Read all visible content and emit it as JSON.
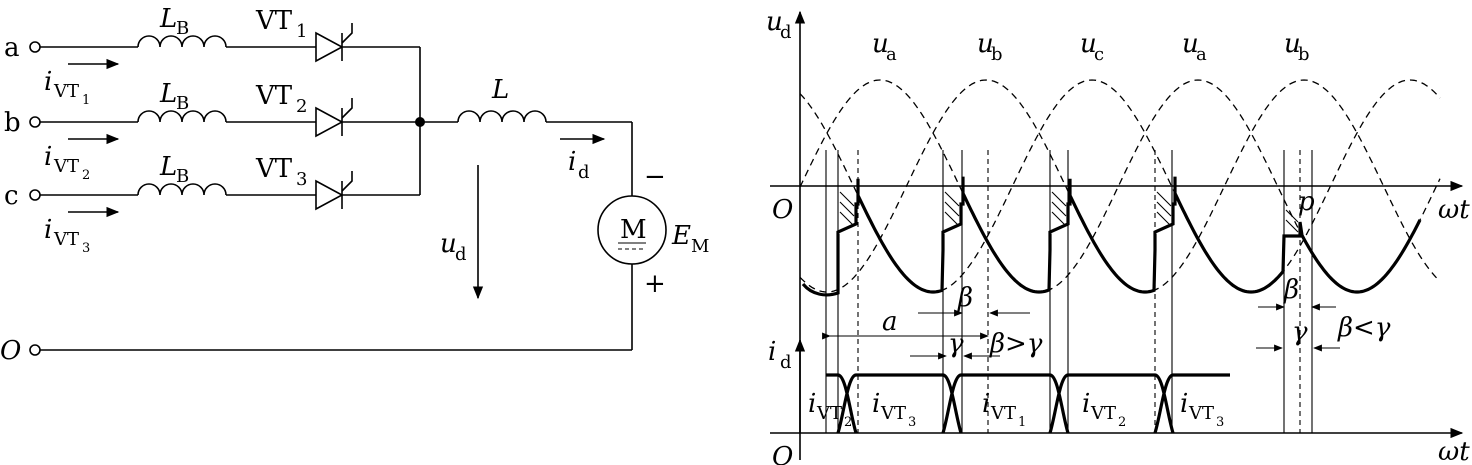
{
  "circuit": {
    "terminals": {
      "a": "a",
      "b": "b",
      "c": "c",
      "o": "O"
    },
    "inductor_label": "L",
    "inductor_sub": "B",
    "thyristor_label": "VT",
    "thyristor_subs": [
      "1",
      "2",
      "3"
    ],
    "current_label": "i",
    "current_sub": "VT",
    "load_inductor": "L",
    "ud_label": "u",
    "ud_sub": "d",
    "id_label": "i",
    "id_sub": "d",
    "motor_letter": "M",
    "emf_label": "E",
    "emf_sub": "M",
    "minus": "−",
    "plus": "+"
  },
  "waveform": {
    "ud_axis": "u",
    "ud_axis_sub": "d",
    "origin": "O",
    "wt": "ωt",
    "phases": [
      {
        "label": "u",
        "sub": "a"
      },
      {
        "label": "u",
        "sub": "b"
      },
      {
        "label": "u",
        "sub": "c"
      },
      {
        "label": "u",
        "sub": "a"
      },
      {
        "label": "u",
        "sub": "b"
      }
    ],
    "alpha": "a",
    "beta": "β",
    "gamma": "γ",
    "beta_gt_gamma": "β>γ",
    "beta_lt_gamma": "β<γ",
    "point_p": "p",
    "id_axis": "i",
    "id_axis_sub": "d",
    "current_pulses": [
      {
        "label": "i",
        "sub": "VT",
        "subsub": "2"
      },
      {
        "label": "i",
        "sub": "VT",
        "subsub": "3"
      },
      {
        "label": "i",
        "sub": "VT",
        "subsub": "1"
      },
      {
        "label": "i",
        "sub": "VT",
        "subsub": "2"
      },
      {
        "label": "i",
        "sub": "VT",
        "subsub": "3"
      }
    ]
  }
}
